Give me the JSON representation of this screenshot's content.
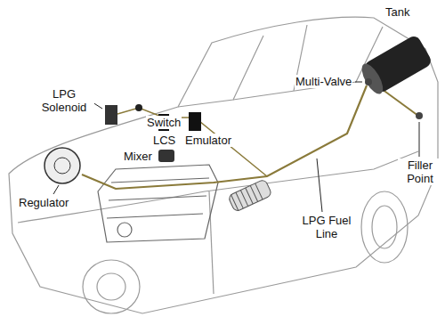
{
  "diagram": {
    "labels": [
      "Tank",
      "Multi-Valve",
      "Filler Point",
      "LPG Solenoid",
      "Switch",
      "LCS",
      "Emulator",
      "Mixer",
      "Regulator",
      "LPG Fuel Line"
    ]
  }
}
